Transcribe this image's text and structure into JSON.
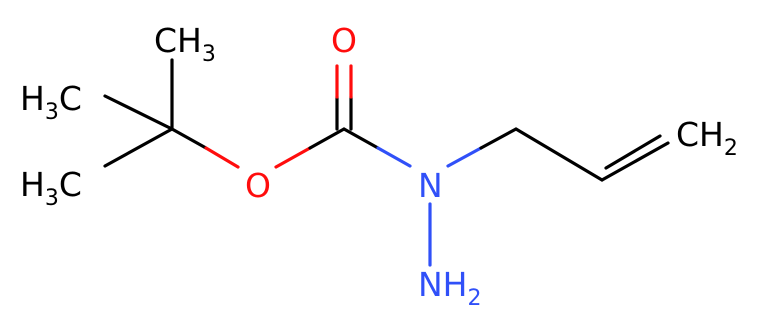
{
  "molecule": {
    "atoms": {
      "ch3_top": {
        "main": "CH",
        "sub": "3",
        "color": "#000000"
      },
      "ch3_left_upper": {
        "main": "H",
        "sub": "3",
        "tail": "C",
        "color": "#000000"
      },
      "ch3_left_lower": {
        "main": "H",
        "sub": "3",
        "tail": "C",
        "color": "#000000"
      },
      "o_ester": {
        "main": "O",
        "color": "#ff0d0d"
      },
      "o_carbonyl": {
        "main": "O",
        "color": "#ff0d0d"
      },
      "n_hydrazide": {
        "main": "N",
        "color": "#3050f8"
      },
      "nh2": {
        "main": "NH",
        "sub": "2",
        "color": "#3050f8"
      },
      "ch2_terminal": {
        "main": "CH",
        "sub": "2",
        "color": "#000000"
      }
    },
    "colors": {
      "bond": "#000000",
      "oxygen": "#ff0d0d",
      "nitrogen": "#3050f8"
    }
  }
}
